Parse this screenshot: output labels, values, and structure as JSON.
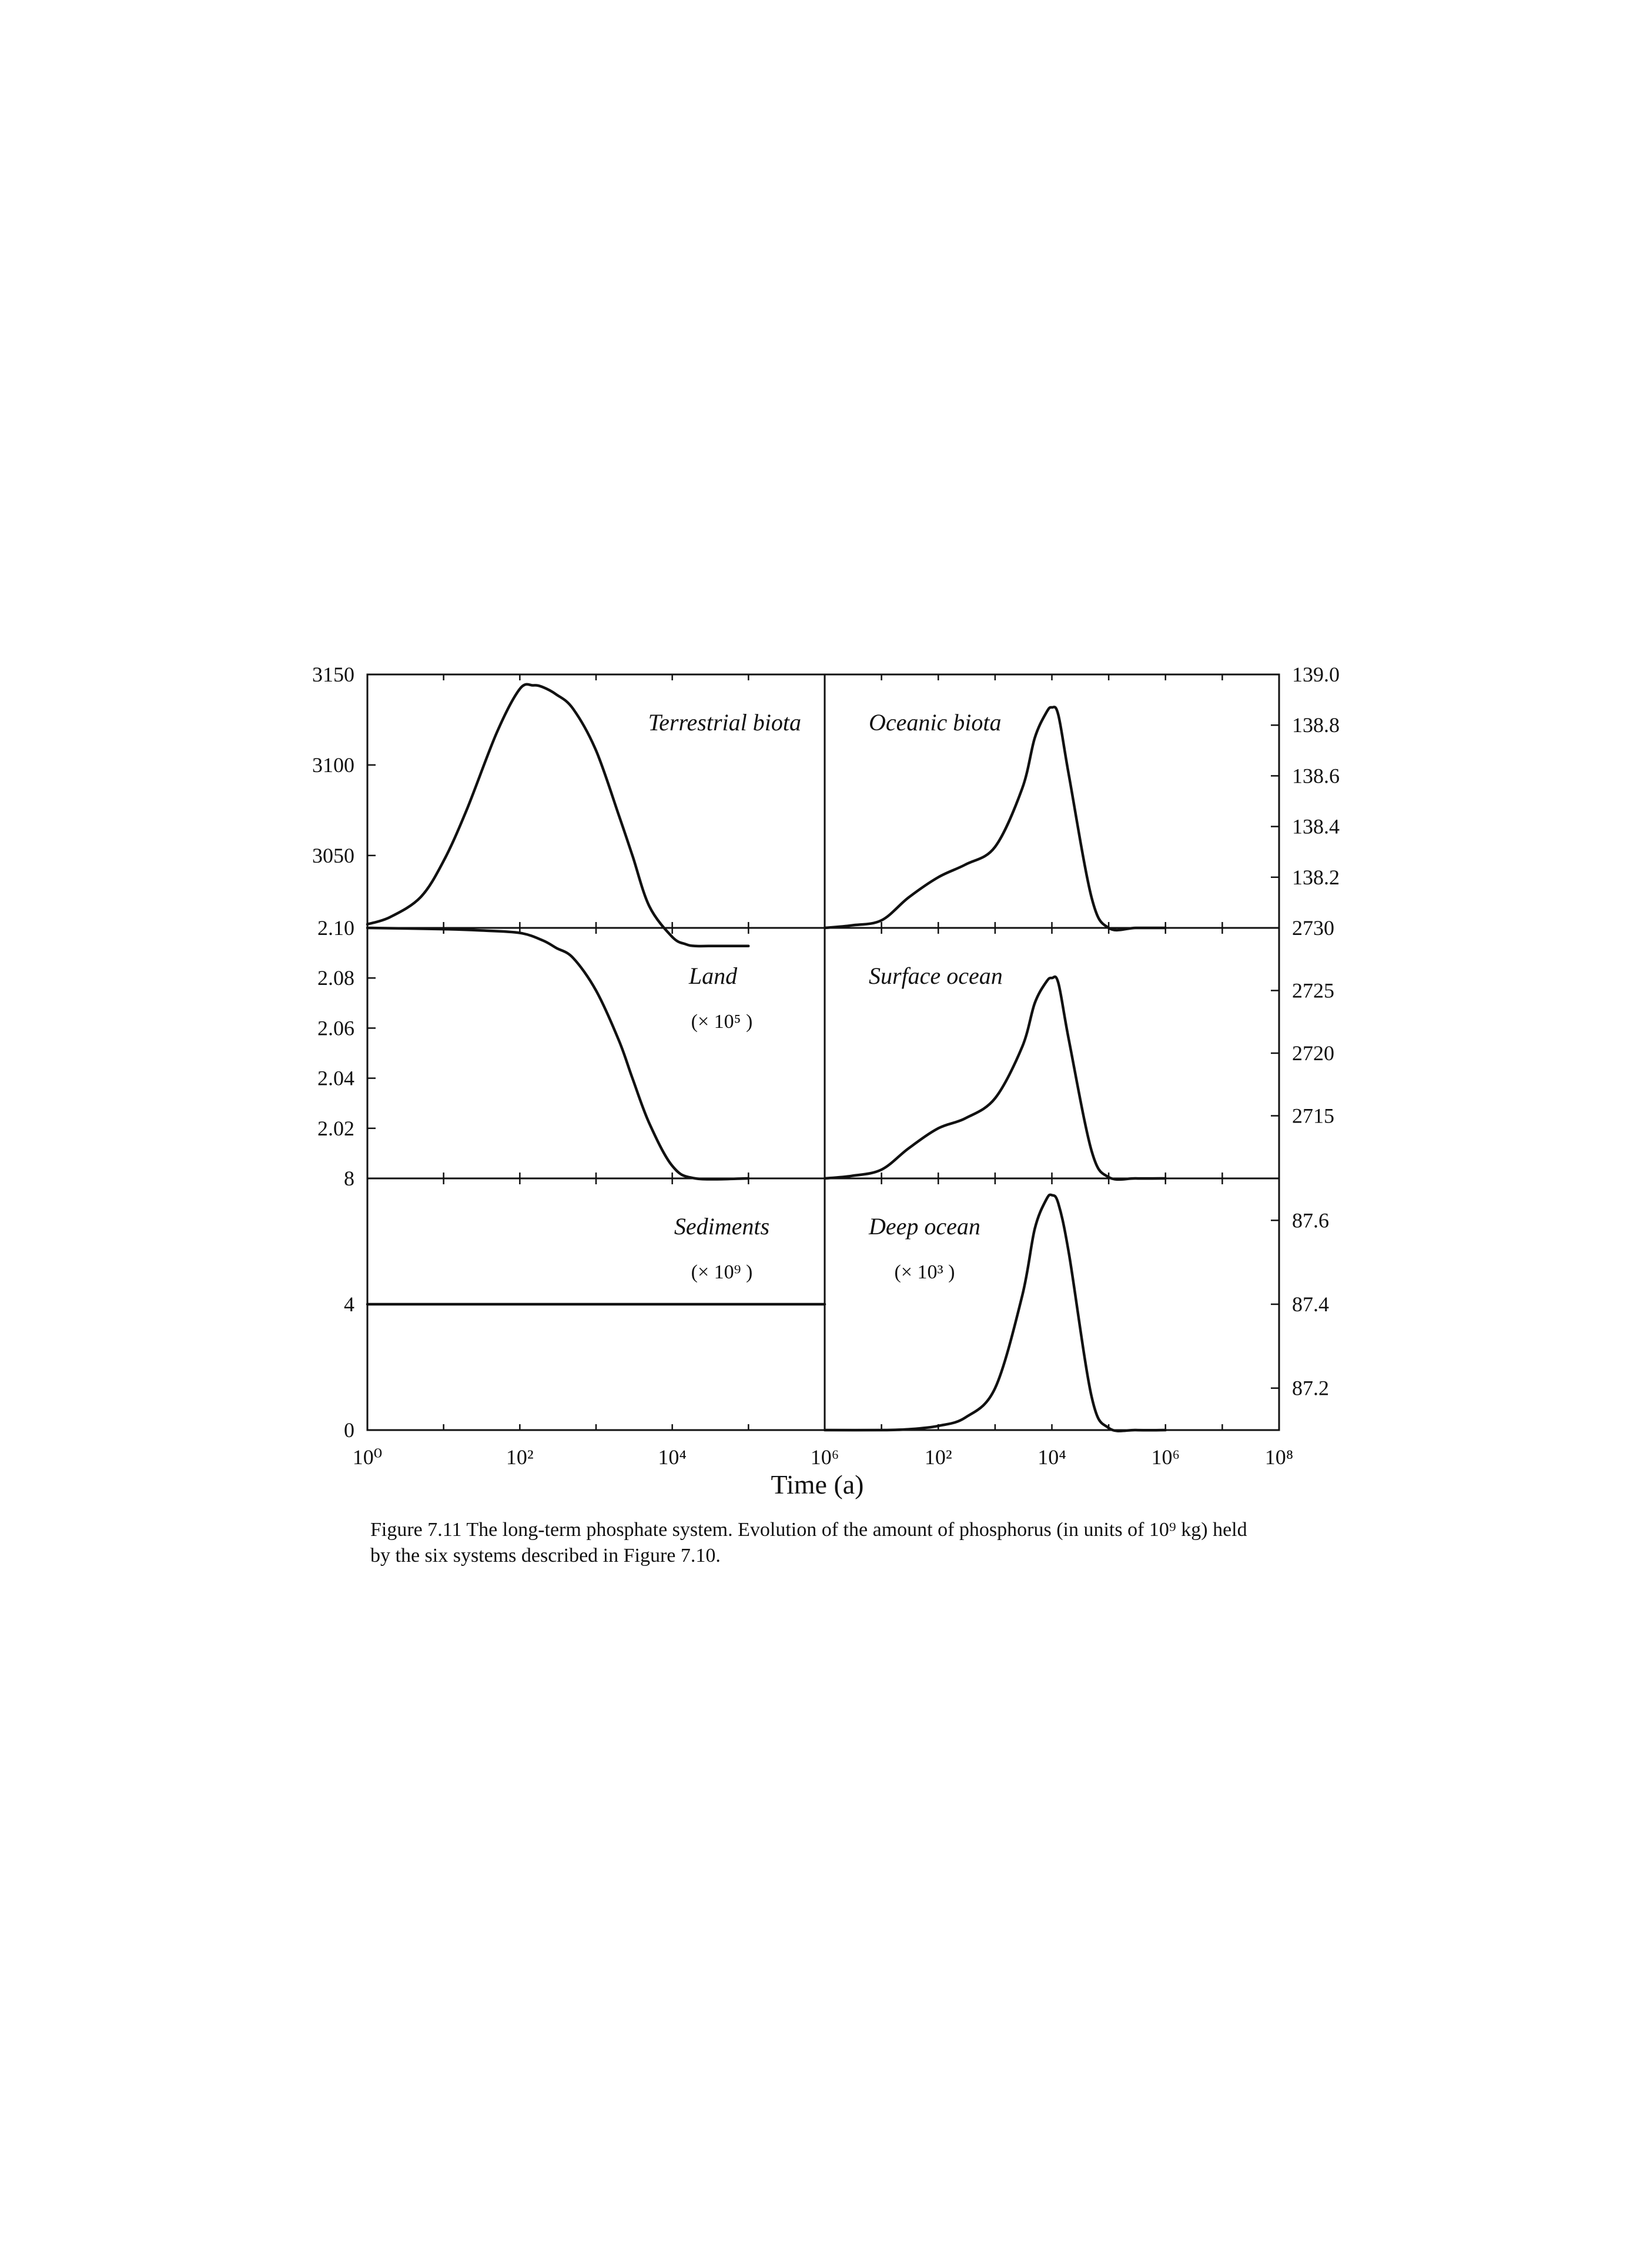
{
  "chart_data": [
    {
      "type": "line",
      "title": "Terrestrial biota",
      "scale_note": "",
      "x_scale": "log",
      "xlim": [
        1,
        1000000
      ],
      "ylim": [
        3010,
        3150
      ],
      "yticks": [
        {
          "value": 3050,
          "label": "3050"
        },
        {
          "value": 3100,
          "label": "3100"
        },
        {
          "value": 3150,
          "label": "3150"
        }
      ],
      "y_axis_side": "left",
      "series": [
        {
          "x": [
            1,
            2,
            5,
            10,
            20,
            50,
            100,
            150,
            200,
            300,
            500,
            1000,
            2000,
            3000,
            5000,
            10000,
            15000,
            20000,
            30000,
            100000
          ],
          "values": [
            3012,
            3016,
            3027,
            3047,
            3075,
            3118,
            3142,
            3144,
            3143,
            3139,
            3131,
            3108,
            3072,
            3050,
            3022,
            3005,
            3001,
            3000,
            3000,
            3000
          ]
        }
      ]
    },
    {
      "type": "line",
      "title": "Oceanic biota",
      "scale_note": "",
      "x_scale": "log",
      "xlim": [
        1,
        100000000
      ],
      "ylim": [
        138.0,
        139.0
      ],
      "yticks": [
        {
          "value": 138.2,
          "label": "138.2"
        },
        {
          "value": 138.4,
          "label": "138.4"
        },
        {
          "value": 138.6,
          "label": "138.6"
        },
        {
          "value": 138.8,
          "label": "138.8"
        },
        {
          "value": 139.0,
          "label": "139.0"
        }
      ],
      "y_axis_side": "right",
      "series": [
        {
          "x": [
            1,
            3,
            10,
            30,
            100,
            300,
            1000,
            3000,
            5000,
            8000,
            10000,
            13000,
            20000,
            50000,
            100000,
            300000,
            1000000
          ],
          "values": [
            138.0,
            138.01,
            138.03,
            138.12,
            138.2,
            138.25,
            138.32,
            138.55,
            138.75,
            138.85,
            138.87,
            138.84,
            138.6,
            138.12,
            138.0,
            138.0,
            138.0
          ]
        }
      ]
    },
    {
      "type": "line",
      "title": "Land",
      "scale_note": "(× 10⁵ )",
      "x_scale": "log",
      "xlim": [
        1,
        1000000
      ],
      "ylim": [
        2.0,
        2.1
      ],
      "yticks": [
        {
          "value": 2.02,
          "label": "2.02"
        },
        {
          "value": 2.04,
          "label": "2.04"
        },
        {
          "value": 2.06,
          "label": "2.06"
        },
        {
          "value": 2.08,
          "label": "2.08"
        },
        {
          "value": 2.1,
          "label": "2.10"
        }
      ],
      "y_axis_side": "left",
      "series": [
        {
          "x": [
            1,
            10,
            30,
            100,
            200,
            300,
            500,
            1000,
            2000,
            3000,
            5000,
            10000,
            20000,
            100000
          ],
          "values": [
            2.1,
            2.0995,
            2.099,
            2.098,
            2.095,
            2.092,
            2.088,
            2.075,
            2.055,
            2.04,
            2.022,
            2.005,
            2.0,
            2.0
          ]
        }
      ]
    },
    {
      "type": "line",
      "title": "Surface ocean",
      "scale_note": "",
      "x_scale": "log",
      "xlim": [
        1,
        100000000
      ],
      "ylim": [
        2710,
        2730
      ],
      "yticks": [
        {
          "value": 2715,
          "label": "2715"
        },
        {
          "value": 2720,
          "label": "2720"
        },
        {
          "value": 2725,
          "label": "2725"
        },
        {
          "value": 2730,
          "label": "2730"
        }
      ],
      "y_axis_side": "right",
      "series": [
        {
          "x": [
            1,
            3,
            10,
            30,
            100,
            300,
            1000,
            3000,
            5000,
            8000,
            10000,
            13000,
            20000,
            50000,
            100000,
            300000,
            1000000
          ],
          "values": [
            2710,
            2710.2,
            2710.7,
            2712.4,
            2714.0,
            2714.8,
            2716.4,
            2720.5,
            2724.0,
            2725.7,
            2726.0,
            2725.6,
            2721.0,
            2712.2,
            2710.1,
            2710,
            2710
          ]
        }
      ]
    },
    {
      "type": "line",
      "title": "Sediments",
      "scale_note": "(× 10⁹ )",
      "x_scale": "log",
      "xlim": [
        1,
        1000000
      ],
      "ylim": [
        0,
        8
      ],
      "yticks": [
        {
          "value": 0,
          "label": "0"
        },
        {
          "value": 4,
          "label": "4"
        },
        {
          "value": 8,
          "label": "8"
        }
      ],
      "y_axis_side": "left",
      "series": [
        {
          "x": [
            1,
            1000000
          ],
          "values": [
            4,
            4
          ]
        }
      ]
    },
    {
      "type": "line",
      "title": "Deep ocean",
      "scale_note": "(× 10³ )",
      "x_scale": "log",
      "xlim": [
        1,
        100000000
      ],
      "ylim": [
        87.1,
        87.7
      ],
      "yticks": [
        {
          "value": 87.2,
          "label": "87.2"
        },
        {
          "value": 87.4,
          "label": "87.4"
        },
        {
          "value": 87.6,
          "label": "87.6"
        }
      ],
      "y_axis_side": "right",
      "series": [
        {
          "x": [
            1,
            10,
            30,
            100,
            300,
            1000,
            3000,
            5000,
            8000,
            10000,
            13000,
            20000,
            50000,
            100000,
            300000,
            1000000
          ],
          "values": [
            87.1,
            87.1,
            87.102,
            87.11,
            87.13,
            87.2,
            87.42,
            87.58,
            87.65,
            87.66,
            87.64,
            87.52,
            87.18,
            87.105,
            87.1,
            87.1
          ]
        }
      ]
    }
  ],
  "x_axis": {
    "title": "Time (a)",
    "left_ticks": [
      "10⁰",
      "10²",
      "10⁴",
      "10⁶"
    ],
    "right_ticks": [
      "10²",
      "10⁴",
      "10⁶",
      "10⁸"
    ]
  },
  "caption": "Figure 7.11 The long-term phosphate system. Evolution of the amount of phosphorus (in units of 10⁹ kg) held by the six systems described in Figure 7.10."
}
